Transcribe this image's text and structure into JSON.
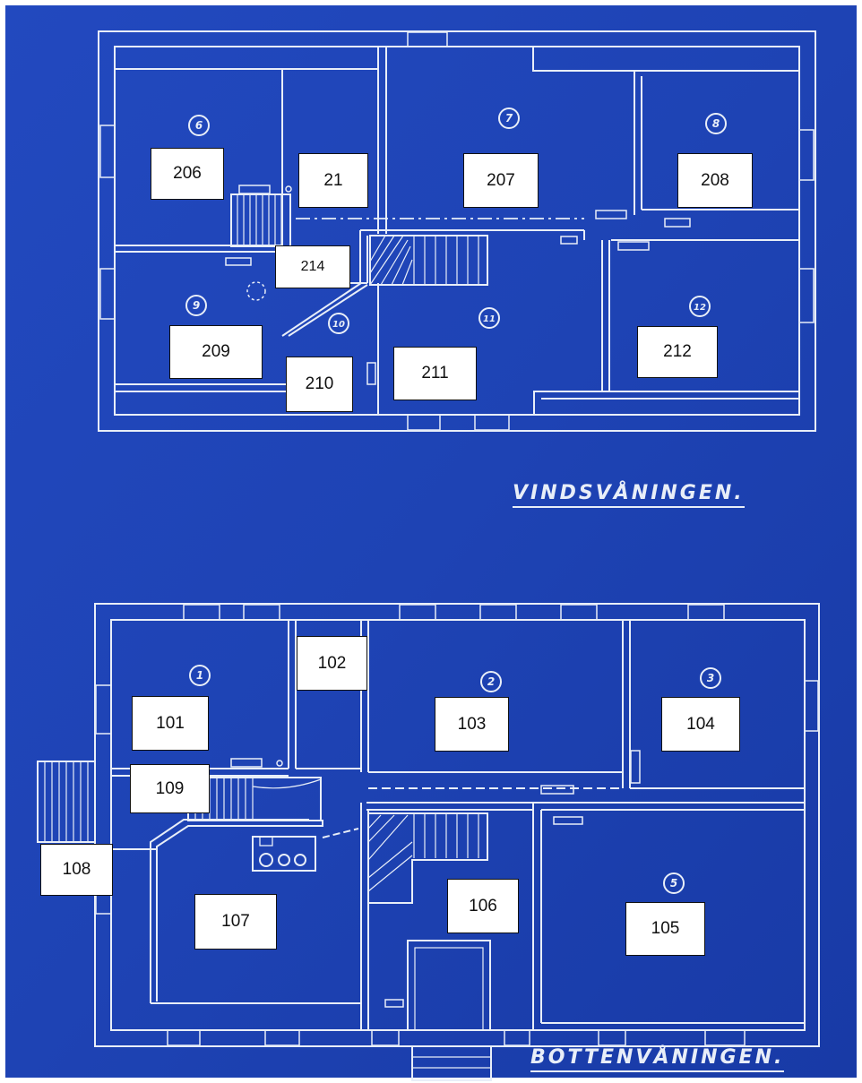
{
  "colors": {
    "paper": "#1f45b8",
    "paper_dark": "#16379e",
    "line": "#e8eef8",
    "label_bg": "#ffffff",
    "label_text": "#111111"
  },
  "upper_floor": {
    "title": "VINDSVÅNINGEN.",
    "room_numbers": [
      "6",
      "7",
      "8",
      "9",
      "10",
      "11",
      "12"
    ],
    "labels": [
      "206",
      "21",
      "207",
      "208",
      "214",
      "209",
      "210",
      "211",
      "212"
    ]
  },
  "ground_floor": {
    "title": "BOTTENVÅNINGEN.",
    "room_numbers": [
      "1",
      "2",
      "3",
      "5"
    ],
    "labels": [
      "102",
      "101",
      "103",
      "104",
      "109",
      "108",
      "106",
      "107",
      "105"
    ]
  }
}
